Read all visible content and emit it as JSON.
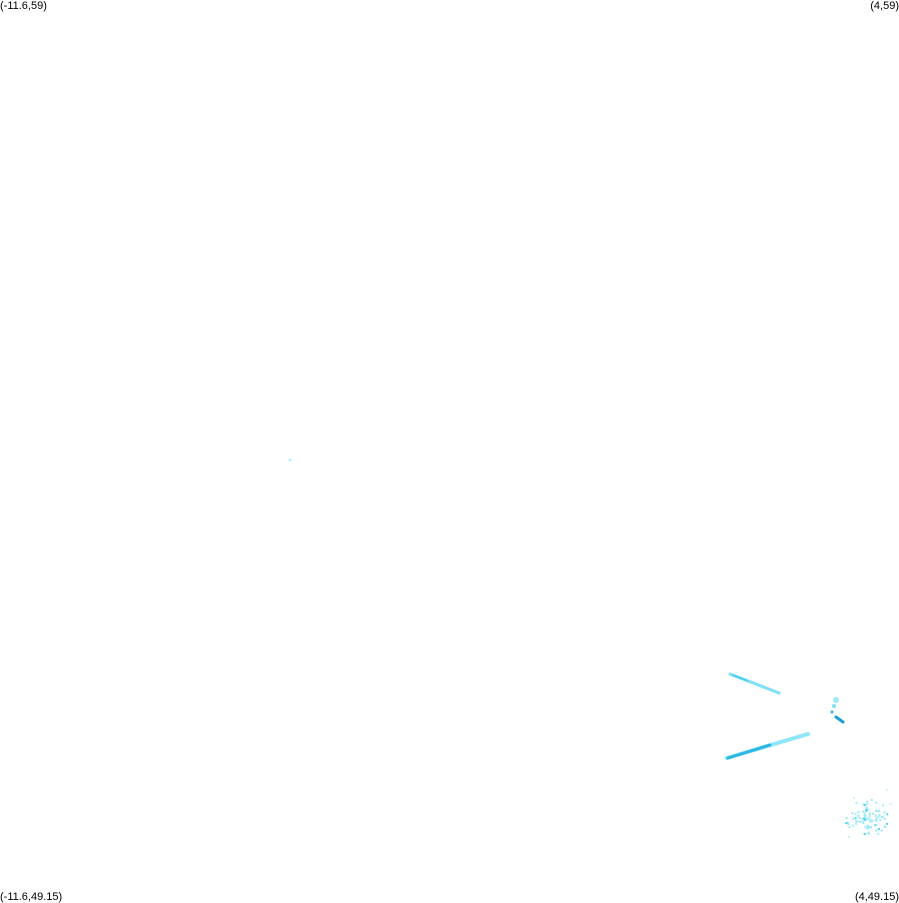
{
  "corners": {
    "top_left": "(-11.6,59)",
    "top_right": "(4,59)",
    "bottom_left": "(-11.6,49.15)",
    "bottom_right": "(4,49.15)"
  },
  "colors": {
    "light": "#9eeaf9",
    "mid": "#4fd0f0",
    "dark": "#1a9fd6"
  }
}
